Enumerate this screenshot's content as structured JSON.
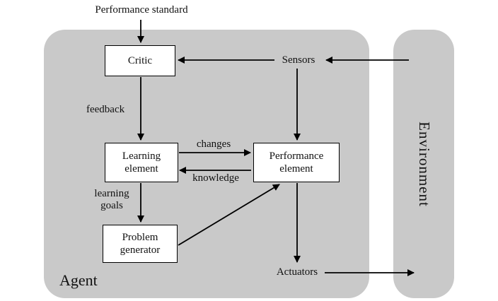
{
  "diagram": {
    "title": "Performance standard",
    "agent_label": "Agent",
    "environment_label": "Environment",
    "nodes": {
      "critic": "Critic",
      "learning_element": "Learning element",
      "performance_element": "Performance element",
      "problem_generator": "Problem generator"
    },
    "labels": {
      "sensors": "Sensors",
      "feedback": "feedback",
      "changes": "changes",
      "knowledge": "knowledge",
      "learning_goals": "learning goals",
      "actuators": "Actuators"
    },
    "colors": {
      "container_fill": "#c9c9c9",
      "node_fill": "#ffffff",
      "node_border": "#000000",
      "line": "#000000",
      "background": "#ffffff"
    }
  }
}
